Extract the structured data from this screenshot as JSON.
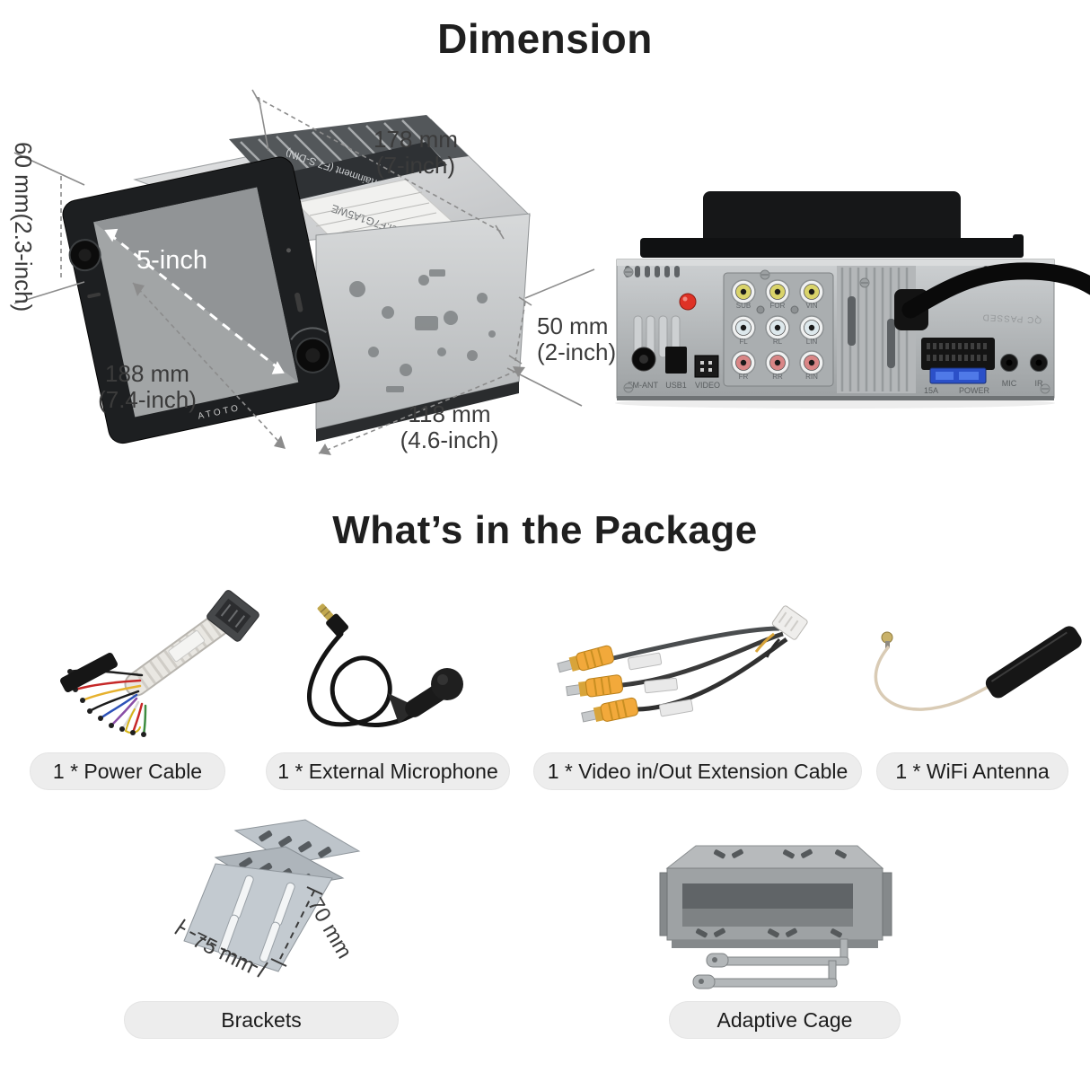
{
  "page": {
    "background": "#ffffff"
  },
  "colors": {
    "title_text": "#1f1f1f",
    "dimension_text": "#3b3b3b",
    "pill_background": "#ededed",
    "pill_text": "#1c1c1c",
    "rca_yellow": "#d9d36a",
    "rca_white": "#dde8ec",
    "rca_red": "#d98686",
    "rca_plug_orange": "#f2a93b",
    "fuse_blue": "#2b50c8",
    "alert_red": "#de3226"
  },
  "dimension": {
    "title": "Dimension",
    "width_top": "178 mm\n(7-inch)",
    "height_left": "60 mm(2.3-inch)",
    "screen_size": "5-inch",
    "height_right": "50 mm\n(2-inch)",
    "width_front": "188 mm\n(7.4-inch)",
    "depth": "118 mm\n(4.6-inch)",
    "brand": "ATOTO",
    "top_sticker_model": "Model:F7G1A5WE",
    "top_sticker_series": "In-Car Entertainment (F7 S-DIN)"
  },
  "rear_panel": {
    "rca_labels": [
      [
        "SUB",
        "FOR",
        "VIN"
      ],
      [
        "FL",
        "RL",
        "LIN"
      ],
      [
        "FR",
        "RR",
        "RIN"
      ]
    ],
    "connector_labels": {
      "fm_ant": "FM-ANT",
      "usb": "USB1",
      "video": "VIDEO",
      "mic": "MIC",
      "ir": "IR",
      "fuse": "15A",
      "power": "POWER"
    },
    "qc_stamp": "QC PASSED"
  },
  "package": {
    "title": "What’s in the Package",
    "item_labels": [
      "1 * Power Cable",
      "1 * External Microphone",
      "1 * Video in/Out Extension Cable",
      "1 * WiFi Antenna"
    ],
    "bracket_label": "Brackets",
    "cage_label": "Adaptive Cage",
    "bracket_width": "75 mm",
    "bracket_depth": "70 mm"
  }
}
